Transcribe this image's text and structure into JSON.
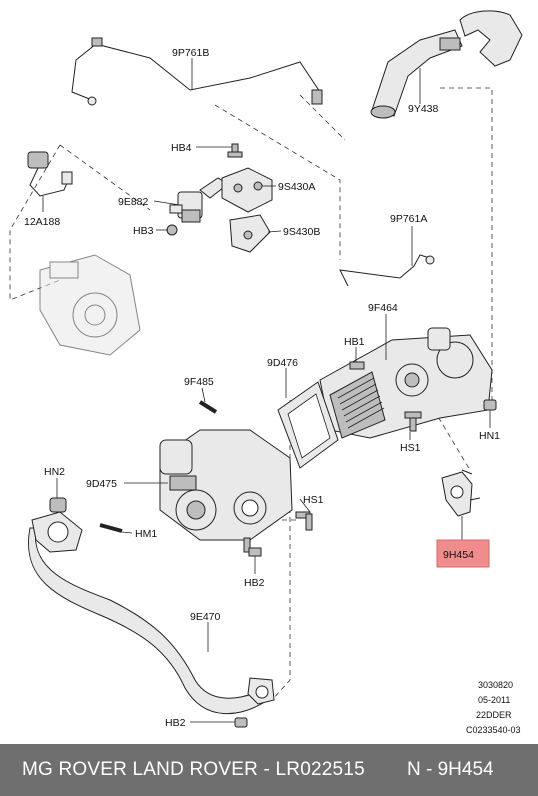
{
  "labels": {
    "p9P761B": "9P761B",
    "p9Y438": "9Y438",
    "pHB4": "HB4",
    "p9S430A": "9S430A",
    "p9E882": "9E882",
    "p12A188": "12A188",
    "pHB3": "HB3",
    "p9S430B": "9S430B",
    "p9P761A": "9P761A",
    "p9F464": "9F464",
    "pHB1": "HB1",
    "p9D476": "9D476",
    "p9F485": "9F485",
    "pHN1": "HN1",
    "pHS1a": "HS1",
    "pHN2": "HN2",
    "p9D475": "9D475",
    "pHS1b": "HS1",
    "pHM1": "HM1",
    "p9H454": "9H454",
    "pHB2a": "HB2",
    "p9E470": "9E470",
    "pHB2b": "HB2"
  },
  "meta": {
    "line1": "3030820",
    "line2": "05-2011",
    "line3": "22DDER",
    "line4": "C0233540-03"
  },
  "footer": {
    "left": "MG ROVER LAND ROVER - LR022515",
    "right": "N - 9H454"
  },
  "colors": {
    "highlight": "#f08c8c",
    "footer_bg": "#6f6f6f"
  }
}
